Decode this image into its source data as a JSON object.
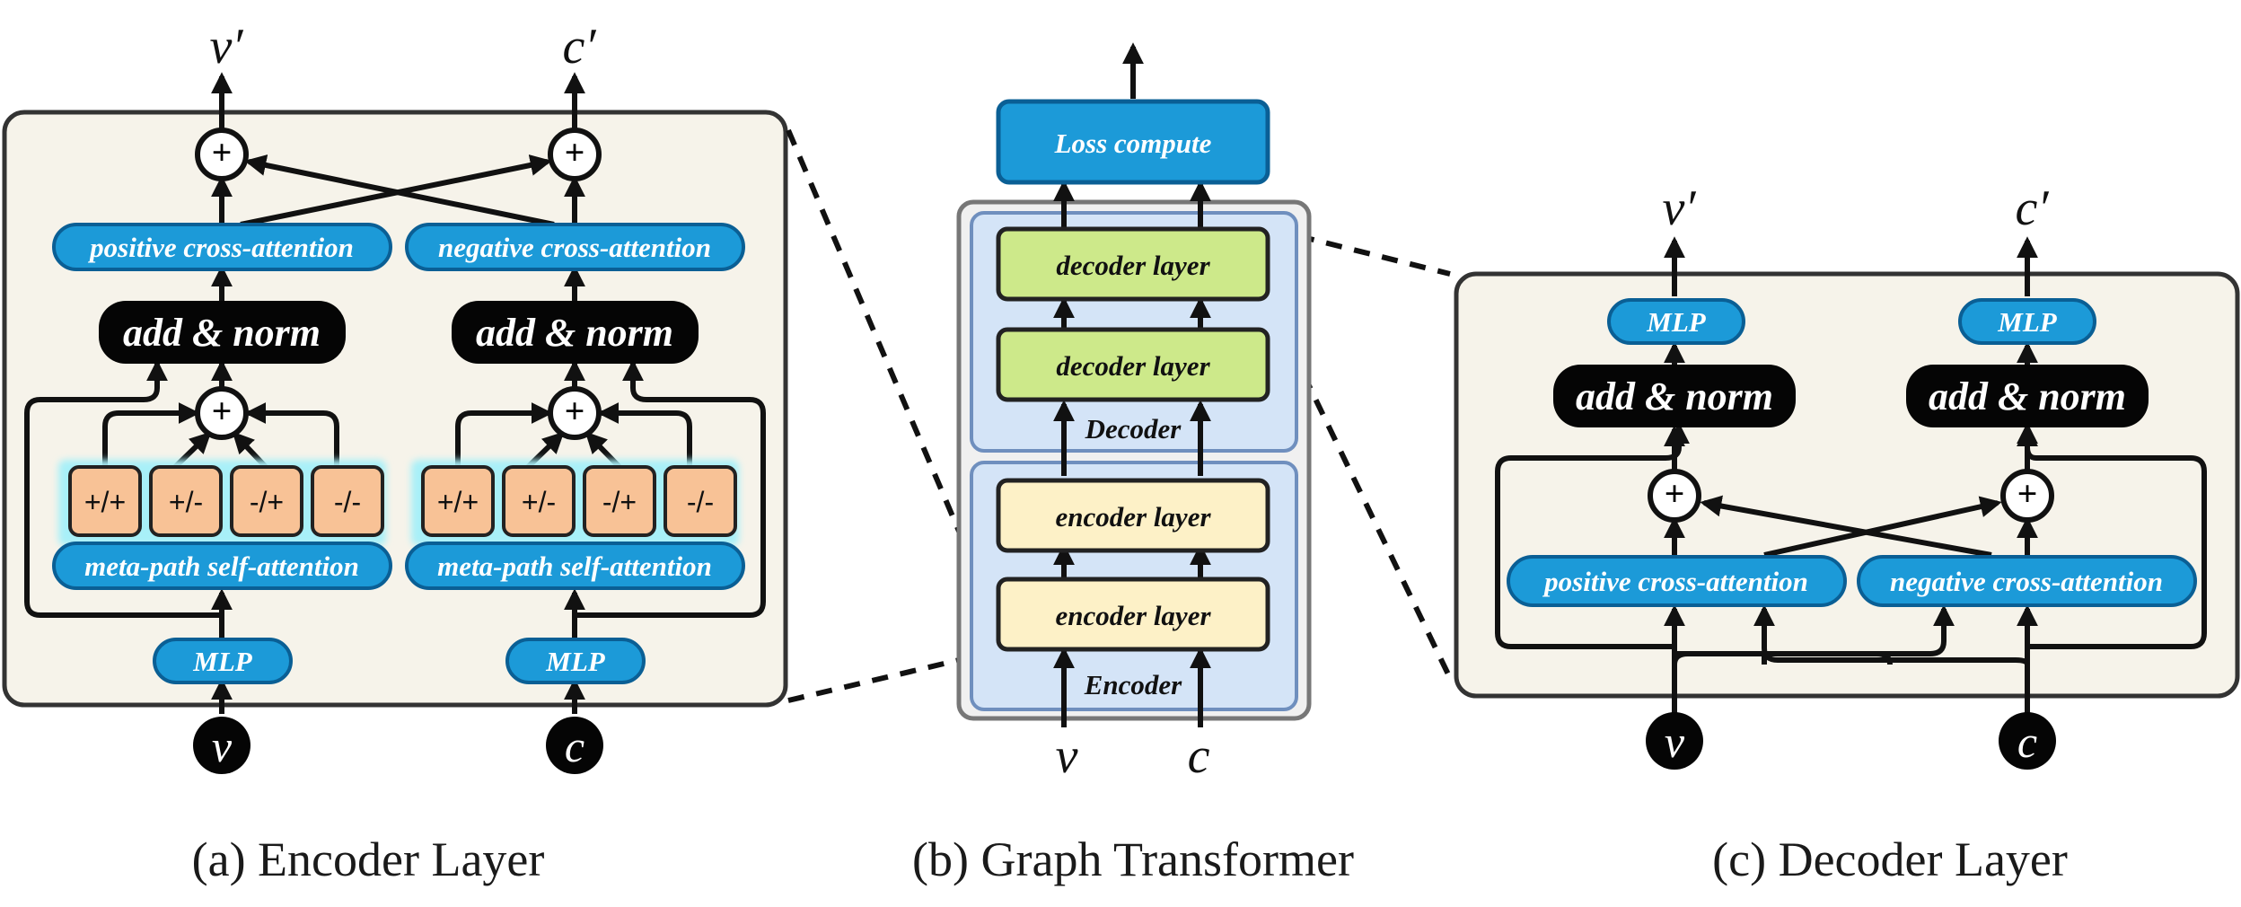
{
  "colors": {
    "panel_bg": "#f6f3ea",
    "panel_border": "#333333",
    "pill_blue": "#1c9ad8",
    "pill_blue_border": "#0a5f95",
    "norm_black": "#050505",
    "subhead_orange": "#f8c296",
    "subhead_glow": "#a8f0f8",
    "region_blue": "#d4e4f7",
    "region_border": "#6f8fbe",
    "decoder_green": "#cde98a",
    "encoder_cream": "#fdf1c7"
  },
  "encoder_panel": {
    "output_v": "v′",
    "output_c": "c′",
    "positive_cross_attention": "positive cross-attention",
    "negative_cross_attention": "negative cross-attention",
    "add_norm_left": "add & norm",
    "add_norm_right": "add & norm",
    "heads_left": [
      "+/+",
      "+/-",
      "-/+",
      "-/-"
    ],
    "heads_right": [
      "+/+",
      "+/-",
      "-/+",
      "-/-"
    ],
    "meta_path_left": "meta-path self-attention",
    "meta_path_right": "meta-path self-attention",
    "mlp_left": "MLP",
    "mlp_right": "MLP",
    "input_v": "v",
    "input_c": "c",
    "plus_symbol": "+",
    "caption": "(a) Encoder Layer"
  },
  "graph_transformer": {
    "loss": "Loss compute",
    "decoder_layer_top": "decoder layer",
    "decoder_layer_bottom": "decoder layer",
    "decoder_label": "Decoder",
    "encoder_layer_top": "encoder layer",
    "encoder_layer_bottom": "encoder layer",
    "encoder_label": "Encoder",
    "input_v": "v",
    "input_c": "c",
    "caption": "(b) Graph Transformer"
  },
  "decoder_panel": {
    "output_v": "v′",
    "output_c": "c′",
    "mlp_left": "MLP",
    "mlp_right": "MLP",
    "add_norm_left": "add & norm",
    "add_norm_right": "add & norm",
    "positive_cross_attention": "positive cross-attention",
    "negative_cross_attention": "negative cross-attention",
    "input_v": "v",
    "input_c": "c",
    "plus_symbol": "+",
    "caption": "(c) Decoder Layer"
  }
}
